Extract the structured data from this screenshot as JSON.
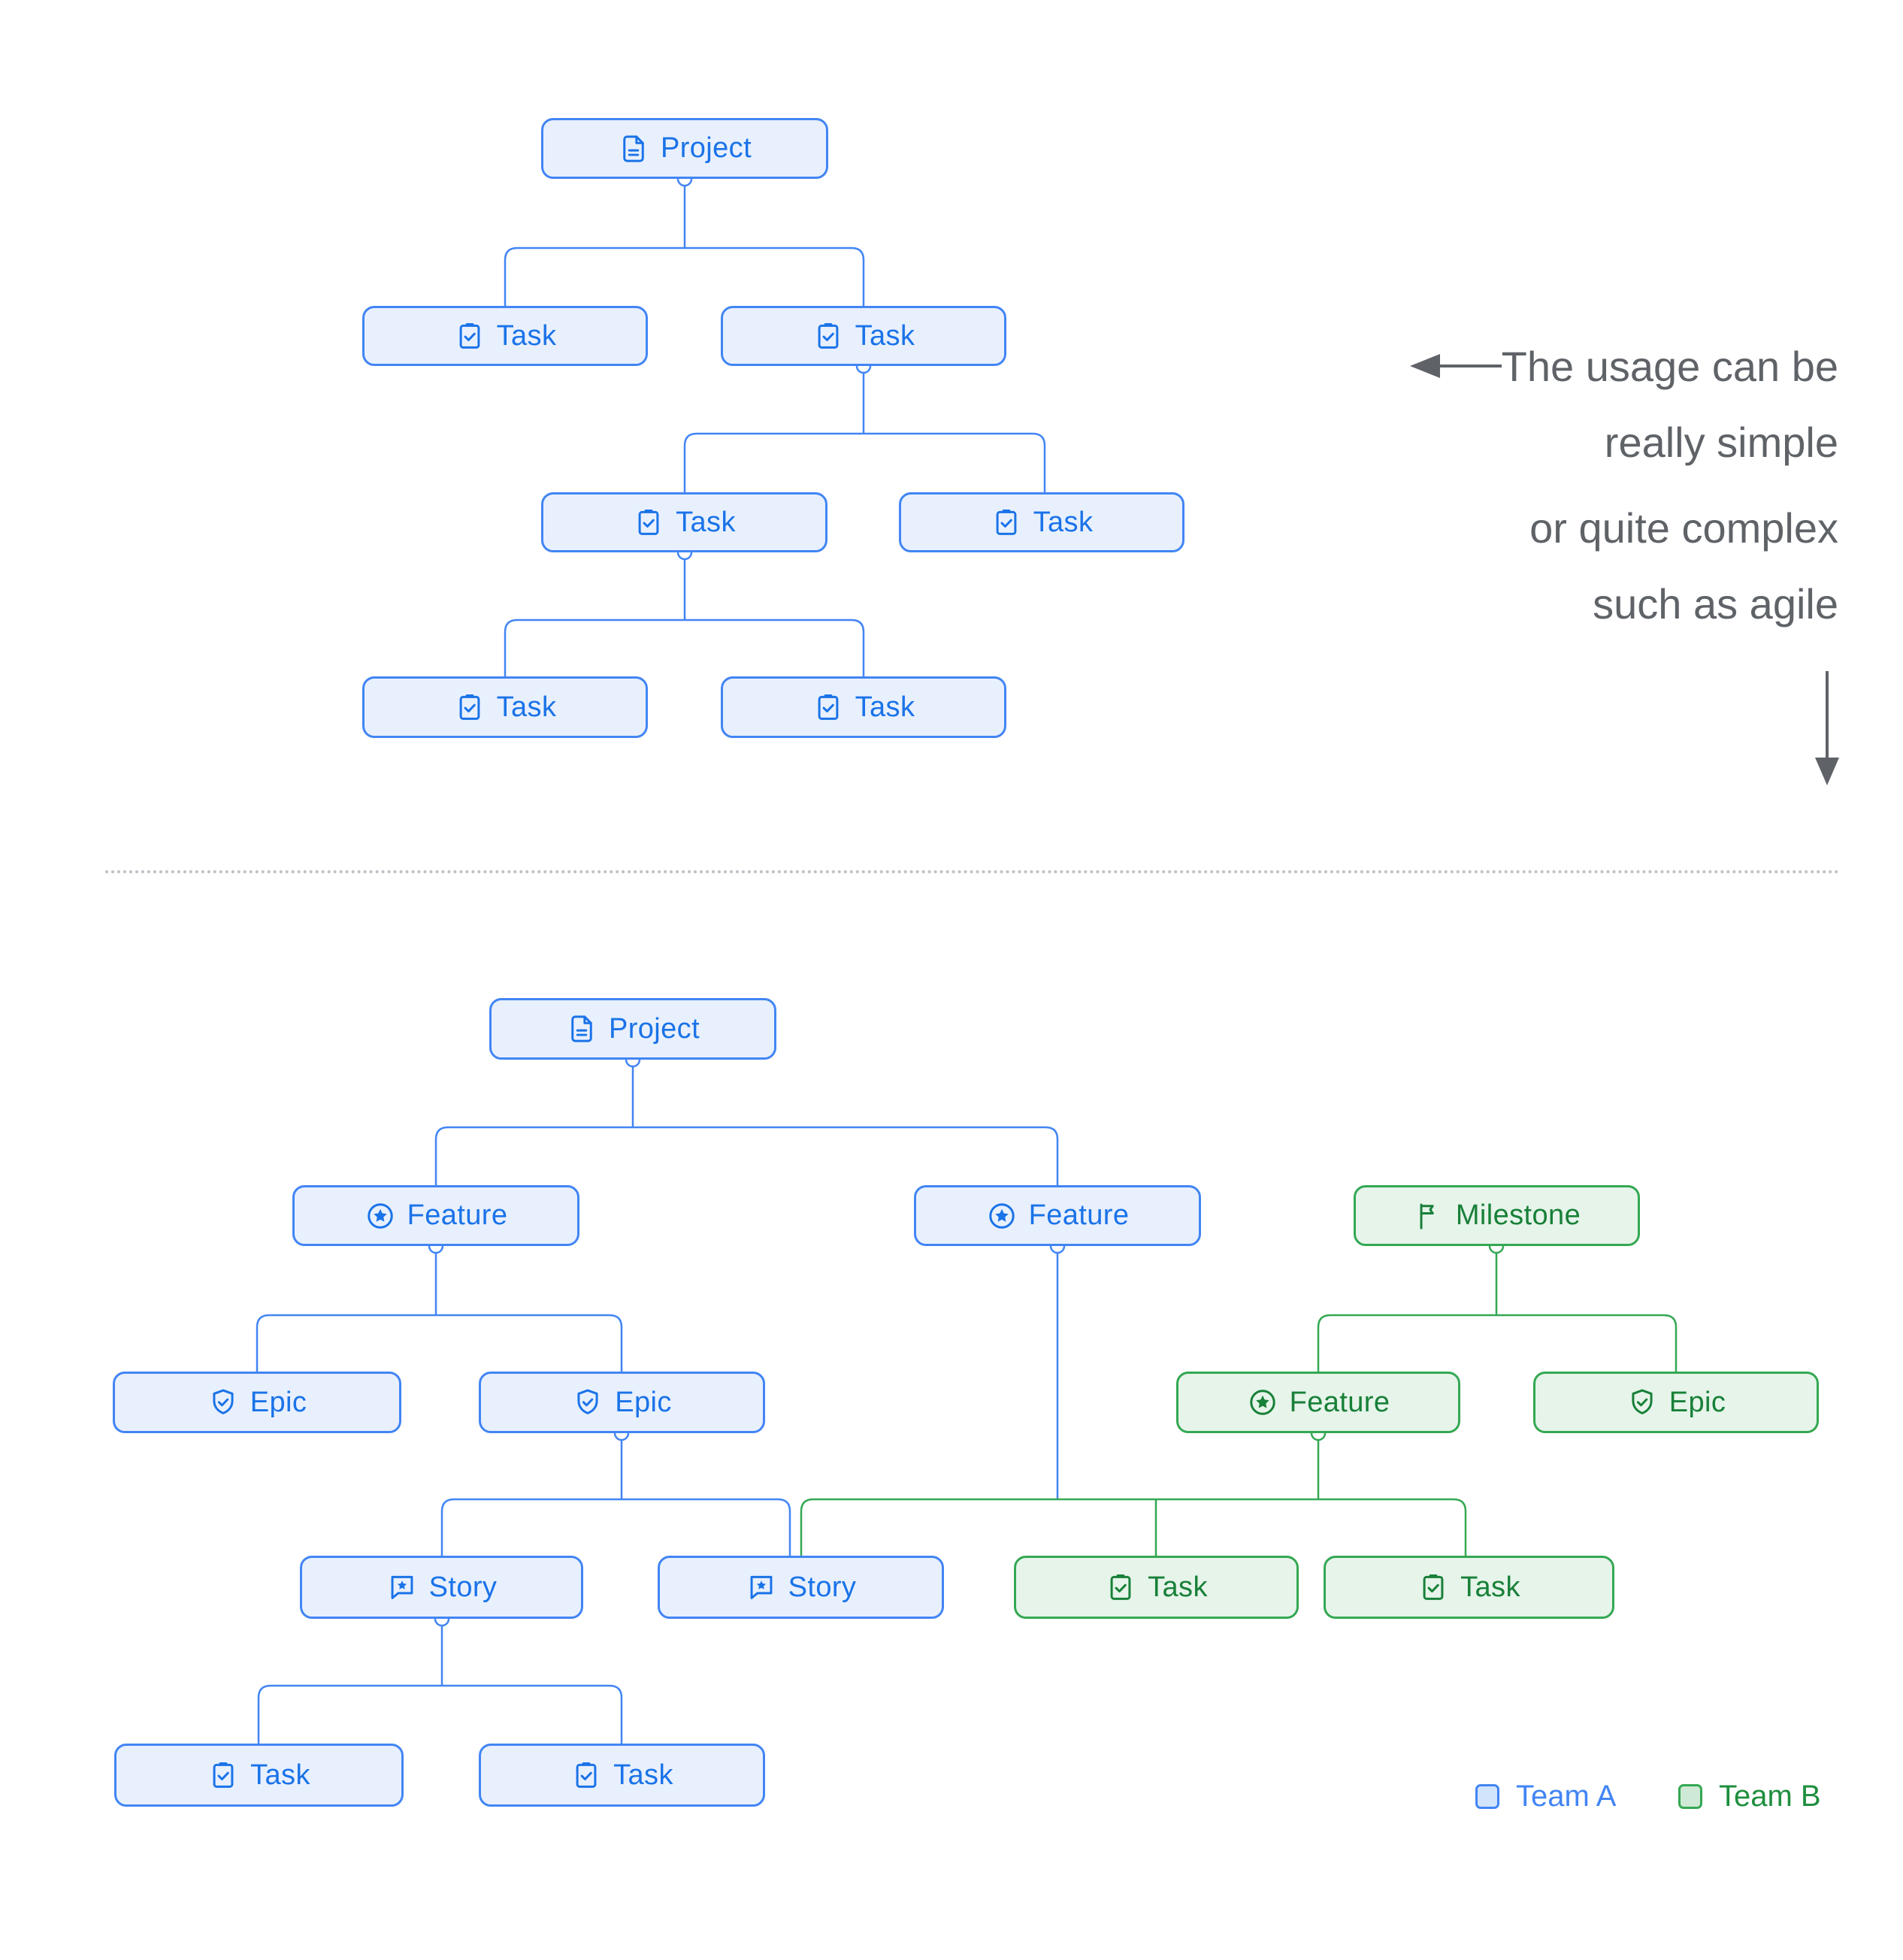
{
  "colors": {
    "team_a_border": "#4285f4",
    "team_a_fill": "#e8f0fe",
    "team_a_text": "#1a73e8",
    "team_b_border": "#34a853",
    "team_b_fill": "#e6f4ea",
    "team_b_text": "#188038",
    "annotation_text": "#5f6368",
    "legend_team_a_text": "#4285f4",
    "legend_team_b_text": "#1e8e3e",
    "divider": "#bdc1c6"
  },
  "annotation": {
    "line1": "The usage can be",
    "line2": "really simple",
    "line3": "or quite complex",
    "line4": "such as agile"
  },
  "legend": {
    "team_a": "Team A",
    "team_b": "Team B"
  },
  "simple_tree": {
    "nodes": [
      {
        "label": "Project",
        "icon": "document-icon",
        "team": "A"
      },
      {
        "label": "Task",
        "icon": "task-icon",
        "team": "A"
      },
      {
        "label": "Task",
        "icon": "task-icon",
        "team": "A"
      },
      {
        "label": "Task",
        "icon": "task-icon",
        "team": "A"
      },
      {
        "label": "Task",
        "icon": "task-icon",
        "team": "A"
      },
      {
        "label": "Task",
        "icon": "task-icon",
        "team": "A"
      },
      {
        "label": "Task",
        "icon": "task-icon",
        "team": "A"
      }
    ]
  },
  "complex_tree": {
    "nodes": [
      {
        "label": "Project",
        "icon": "document-icon",
        "team": "A"
      },
      {
        "label": "Feature",
        "icon": "feature-icon",
        "team": "A"
      },
      {
        "label": "Feature",
        "icon": "feature-icon",
        "team": "A"
      },
      {
        "label": "Milestone",
        "icon": "milestone-icon",
        "team": "B"
      },
      {
        "label": "Epic",
        "icon": "epic-icon",
        "team": "A"
      },
      {
        "label": "Epic",
        "icon": "epic-icon",
        "team": "A"
      },
      {
        "label": "Feature",
        "icon": "feature-icon",
        "team": "B"
      },
      {
        "label": "Epic",
        "icon": "epic-icon",
        "team": "B"
      },
      {
        "label": "Story",
        "icon": "story-icon",
        "team": "A"
      },
      {
        "label": "Story",
        "icon": "story-icon",
        "team": "A"
      },
      {
        "label": "Task",
        "icon": "task-icon",
        "team": "B"
      },
      {
        "label": "Task",
        "icon": "task-icon",
        "team": "B"
      },
      {
        "label": "Task",
        "icon": "task-icon",
        "team": "A"
      },
      {
        "label": "Task",
        "icon": "task-icon",
        "team": "A"
      }
    ]
  }
}
